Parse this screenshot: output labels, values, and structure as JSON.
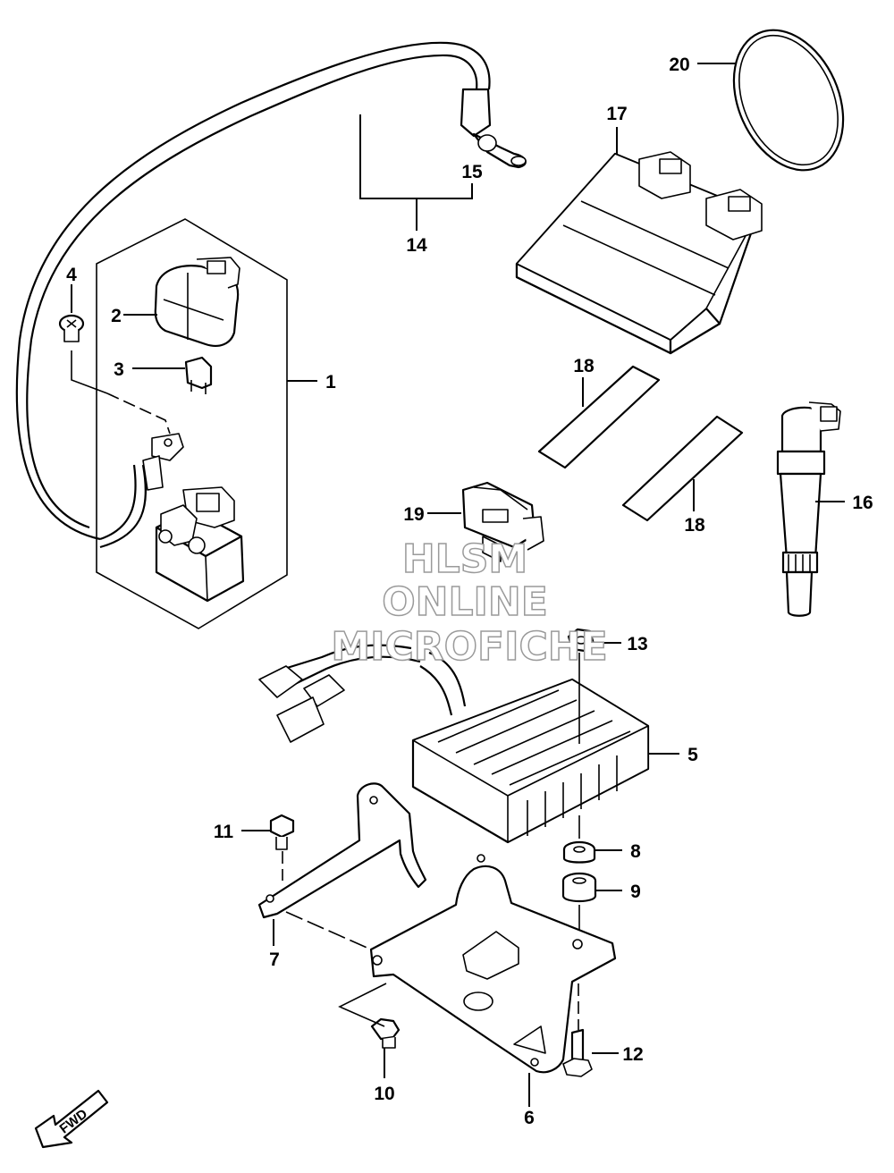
{
  "callouts": {
    "c1": "1",
    "c2": "2",
    "c3": "3",
    "c4": "4",
    "c5": "5",
    "c6": "6",
    "c7": "7",
    "c8": "8",
    "c9": "9",
    "c10": "10",
    "c11": "11",
    "c12": "12",
    "c13": "13",
    "c14": "14",
    "c15": "15",
    "c16": "16",
    "c17": "17",
    "c18a": "18",
    "c18b": "18",
    "c19": "19",
    "c20": "20"
  },
  "watermark": {
    "line1": "HLSM",
    "line2": "ONLINE",
    "line3": "MICROFICHE"
  },
  "direction_badge": {
    "label": "FWD"
  }
}
